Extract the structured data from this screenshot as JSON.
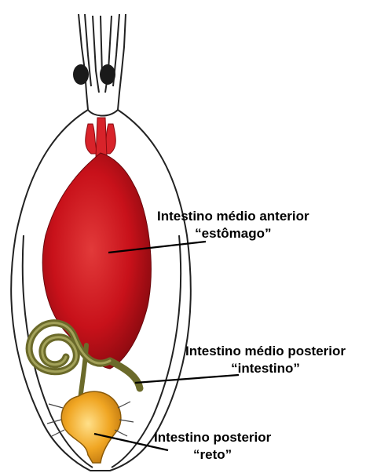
{
  "labels": {
    "midgut_anterior": {
      "line1": "Intestino médio anterior",
      "line2": "“estômago”"
    },
    "midgut_posterior": {
      "line1": "Intestino médio posterior",
      "line2": "“intestino”"
    },
    "hindgut": {
      "line1": "Intestino posterior",
      "line2": "“reto”"
    }
  },
  "colors": {
    "midgut_anterior": "#c8111a",
    "midgut_posterior": "#6b6a2a",
    "hindgut": "#f0a623",
    "outline": "#222222"
  }
}
